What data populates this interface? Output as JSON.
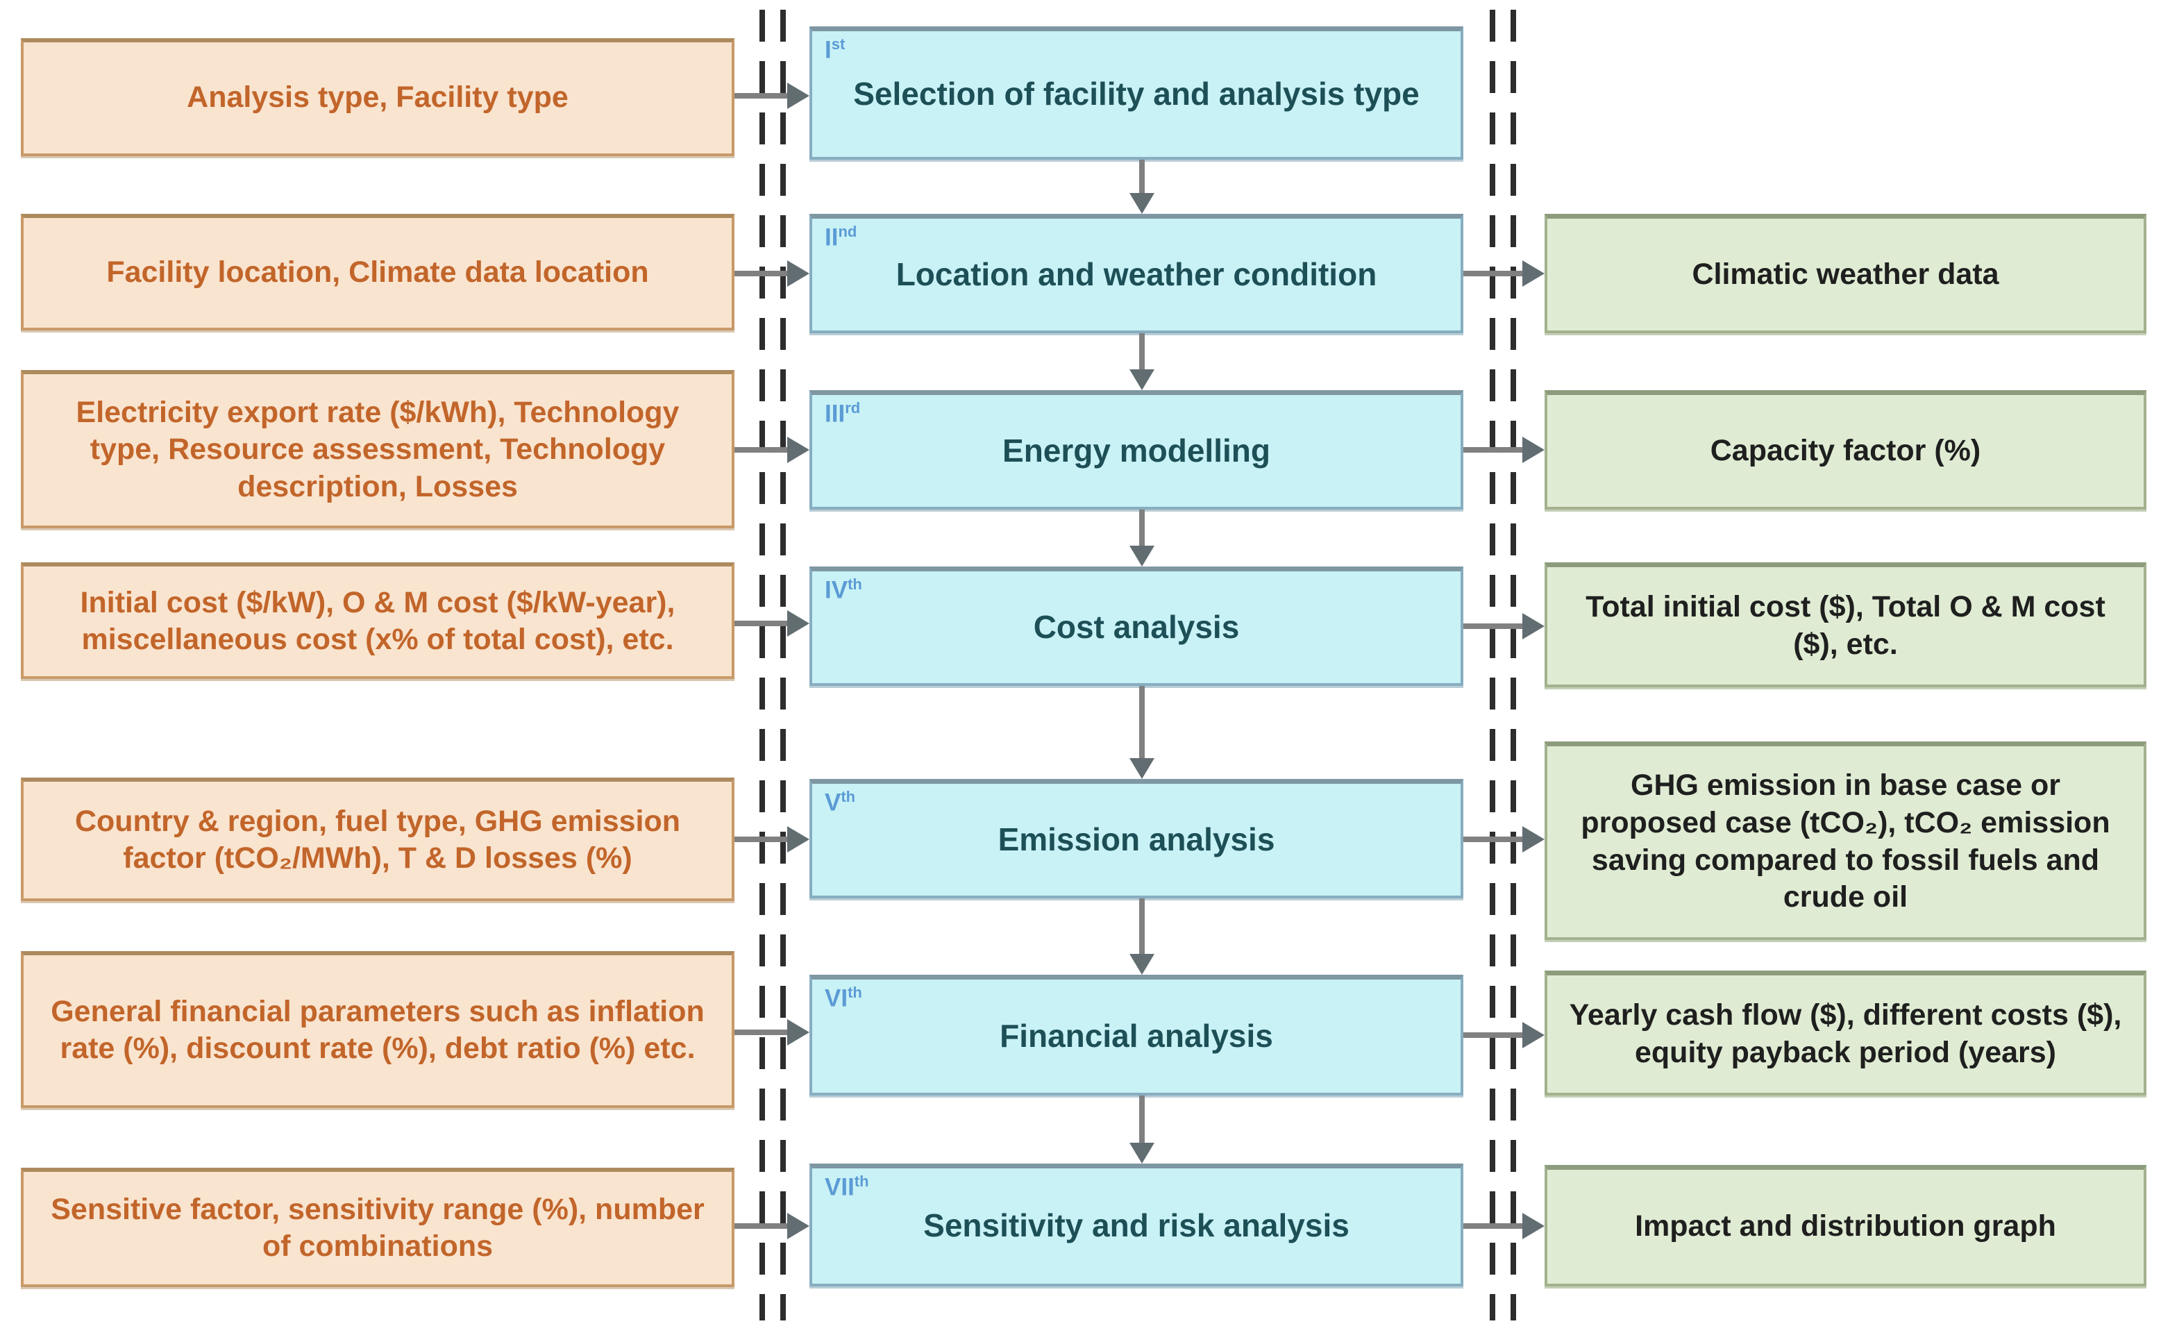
{
  "diagram": {
    "description": "Seven-step analysis flowchart: input parameters (left), process steps (centre), outputs (right)",
    "rows": [
      {
        "numeral": "I",
        "ordinal": "st",
        "input": "Analysis type, Facility type",
        "process": "Selection of facility and analysis type",
        "output": ""
      },
      {
        "numeral": "II",
        "ordinal": "nd",
        "input": "Facility location, Climate data location",
        "process": "Location and weather condition",
        "output": "Climatic weather data"
      },
      {
        "numeral": "III",
        "ordinal": "rd",
        "input": "Electricity export rate ($/kWh), Technology type, Resource assessment, Technology description, Losses",
        "process": "Energy modelling",
        "output": "Capacity factor (%)"
      },
      {
        "numeral": "IV",
        "ordinal": "th",
        "input": "Initial cost ($/kW), O & M cost ($/kW-year), miscellaneous cost (x% of total cost), etc.",
        "process": "Cost analysis",
        "output": "Total initial cost ($), Total O & M cost ($), etc."
      },
      {
        "numeral": "V",
        "ordinal": "th",
        "input": "Country & region, fuel type, GHG emission factor (tCO₂/MWh), T & D losses (%)",
        "process": "Emission analysis",
        "output": "GHG emission in base case or proposed case (tCO₂), tCO₂ emission saving compared to fossil fuels and crude oil"
      },
      {
        "numeral": "VI",
        "ordinal": "th",
        "input": "General financial parameters such as inflation rate (%), discount rate (%), debt ratio (%) etc.",
        "process": "Financial analysis",
        "output": "Yearly cash flow ($), different costs ($), equity payback period (years)"
      },
      {
        "numeral": "VII",
        "ordinal": "th",
        "input": "Sensitive factor, sensitivity range (%), number of combinations",
        "process": "Sensitivity and risk analysis",
        "output": "Impact and distribution graph"
      }
    ]
  },
  "palette": {
    "input_fill": "#f9e4cf",
    "input_border": "#c89a69",
    "input_text": "#c2652a",
    "process_fill": "#c9f2f6",
    "process_border": "#87aec0",
    "process_text": "#1d4f57",
    "output_fill": "#dfecd3",
    "output_border": "#a3b28e",
    "output_text": "#1f1f1f",
    "numeral_color": "#5b9bd5",
    "arrow_color": "#808080",
    "dash_color": "#2d2d2d"
  }
}
